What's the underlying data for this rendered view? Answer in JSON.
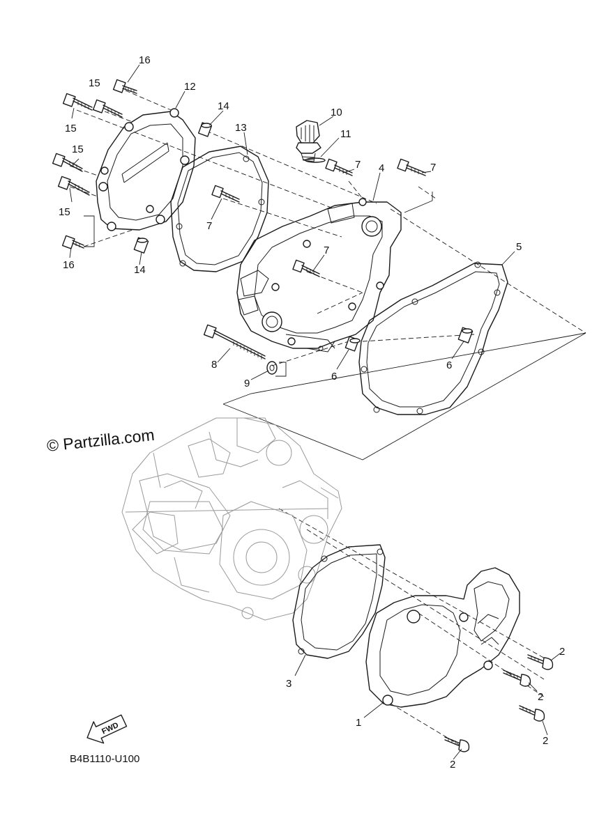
{
  "watermark": "© Partzilla.com",
  "diagram_code": "B4B1110-U100",
  "forward_arrow": "FWD",
  "callouts": [
    {
      "id": "c16a",
      "text": "16"
    },
    {
      "id": "c15a",
      "text": "15"
    },
    {
      "id": "c15b",
      "text": "15"
    },
    {
      "id": "c12",
      "text": "12"
    },
    {
      "id": "c14a",
      "text": "14"
    },
    {
      "id": "c13",
      "text": "13"
    },
    {
      "id": "c10",
      "text": "10"
    },
    {
      "id": "c11",
      "text": "11"
    },
    {
      "id": "c15c",
      "text": "15"
    },
    {
      "id": "c15d",
      "text": "15"
    },
    {
      "id": "c7a",
      "text": "7"
    },
    {
      "id": "c4",
      "text": "4"
    },
    {
      "id": "c7b",
      "text": "7"
    },
    {
      "id": "c7c",
      "text": "7"
    },
    {
      "id": "c16b",
      "text": "16"
    },
    {
      "id": "c14b",
      "text": "14"
    },
    {
      "id": "c5",
      "text": "5"
    },
    {
      "id": "c7d",
      "text": "7"
    },
    {
      "id": "c8",
      "text": "8"
    },
    {
      "id": "c9",
      "text": "9"
    },
    {
      "id": "c6a",
      "text": "6"
    },
    {
      "id": "c6b",
      "text": "6"
    },
    {
      "id": "c3",
      "text": "3"
    },
    {
      "id": "c1",
      "text": "1"
    },
    {
      "id": "c2a",
      "text": "2"
    },
    {
      "id": "c2b",
      "text": "2"
    },
    {
      "id": "c2c",
      "text": "2"
    },
    {
      "id": "c2d",
      "text": "2"
    }
  ]
}
